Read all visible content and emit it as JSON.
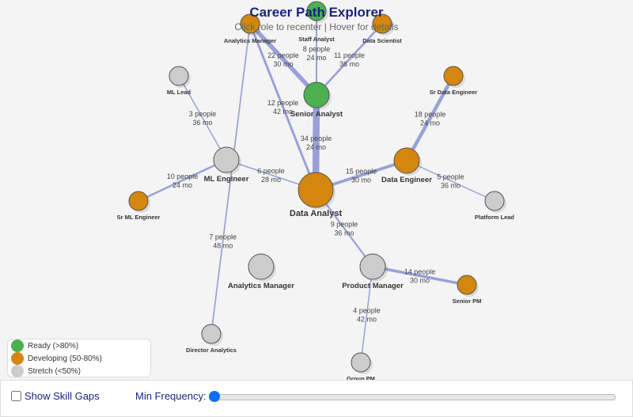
{
  "header": {
    "title": "Career Path Explorer",
    "subtitle": "Click role to recenter | Hover for details"
  },
  "colors": {
    "ready": "#4caf50",
    "developing": "#d4860f",
    "stretch": "#cccccc",
    "edge": "#7b86cf"
  },
  "nodes": [
    {
      "id": "da",
      "label": "Data Analyst",
      "status": "developing",
      "big": true
    },
    {
      "id": "sa",
      "label": "Senior Analyst",
      "status": "ready"
    },
    {
      "id": "st",
      "label": "Staff Analyst",
      "status": "ready"
    },
    {
      "id": "am",
      "label": "Analytics Manager",
      "status": "developing"
    },
    {
      "id": "ds",
      "label": "Data Scientist",
      "status": "developing"
    },
    {
      "id": "ml",
      "label": "ML Engineer",
      "status": "stretch"
    },
    {
      "id": "mll",
      "label": "ML Lead",
      "status": "stretch"
    },
    {
      "id": "sml",
      "label": "Sr ML Engineer",
      "status": "developing"
    },
    {
      "id": "de",
      "label": "Data Engineer",
      "status": "developing"
    },
    {
      "id": "sde",
      "label": "Sr Data Engineer",
      "status": "developing"
    },
    {
      "id": "pl",
      "label": "Platform Lead",
      "status": "stretch"
    },
    {
      "id": "am2",
      "label": "Analytics Manager",
      "status": "stretch"
    },
    {
      "id": "pm",
      "label": "Product Manager",
      "status": "stretch"
    },
    {
      "id": "spm",
      "label": "Senior PM",
      "status": "developing"
    },
    {
      "id": "gpm",
      "label": "Group PM",
      "status": "stretch"
    },
    {
      "id": "dir",
      "label": "Director Analytics",
      "status": "stretch"
    }
  ],
  "edges": [
    {
      "from": "da",
      "to": "sa",
      "people": "34 people",
      "months": "24 mo",
      "n": 34
    },
    {
      "from": "sa",
      "to": "st",
      "people": "8 people",
      "months": "24 mo",
      "n": 8
    },
    {
      "from": "sa",
      "to": "am",
      "people": "22 people",
      "months": "30 mo",
      "n": 22
    },
    {
      "from": "sa",
      "to": "ds",
      "people": "11 people",
      "months": "36 mo",
      "n": 11
    },
    {
      "from": "da",
      "to": "am",
      "people": "12 people",
      "months": "42 mo",
      "n": 12
    },
    {
      "from": "da",
      "to": "ml",
      "people": "6 people",
      "months": "28 mo",
      "n": 6
    },
    {
      "from": "ml",
      "to": "mll",
      "people": "3 people",
      "months": "36 mo",
      "n": 3
    },
    {
      "from": "ml",
      "to": "sml",
      "people": "10 people",
      "months": "24 mo",
      "n": 10
    },
    {
      "from": "am",
      "to": "dir",
      "people": "7 people",
      "months": "48 mo",
      "n": 7
    },
    {
      "from": "da",
      "to": "de",
      "people": "15 people",
      "months": "30 mo",
      "n": 15
    },
    {
      "from": "de",
      "to": "sde",
      "people": "18 people",
      "months": "24 mo",
      "n": 18
    },
    {
      "from": "de",
      "to": "pl",
      "people": "5 people",
      "months": "36 mo",
      "n": 5
    },
    {
      "from": "da",
      "to": "pm",
      "people": "9 people",
      "months": "36 mo",
      "n": 9
    },
    {
      "from": "pm",
      "to": "spm",
      "people": "14 people",
      "months": "30 mo",
      "n": 14
    },
    {
      "from": "pm",
      "to": "gpm",
      "people": "4 people",
      "months": "42 mo",
      "n": 4
    }
  ],
  "legend": {
    "ready": "Ready (>80%)",
    "developing": "Developing (50-80%)",
    "stretch": "Stretch (<50%)"
  },
  "controls": {
    "skill_gaps_label": "Show Skill Gaps",
    "skill_gaps_checked": false,
    "min_frequency_label": "Min Frequency:",
    "min_frequency_value": 0
  }
}
